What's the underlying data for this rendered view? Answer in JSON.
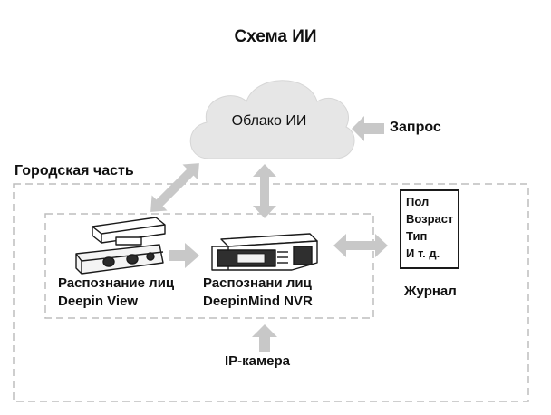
{
  "title": "Схема ИИ",
  "cloud": {
    "label": "Облако ИИ"
  },
  "request_label": "Запрос",
  "zone_label": "Городская часть",
  "camera": {
    "line1": "Распознание лиц",
    "line2": "Deepin View"
  },
  "nvr": {
    "line1": "Распознани лиц",
    "line2": "DeepinMind NVR"
  },
  "ipcam_label": "IP-камера",
  "journal": {
    "label": "Журнал",
    "items": [
      "Пол",
      "Возраст",
      "Тип",
      "И т. д."
    ]
  },
  "colors": {
    "arrow": "#c8c8c8",
    "dashed": "#bdbdbd",
    "cloud": "#e6e6e6",
    "outline": "#1a1a1a"
  }
}
